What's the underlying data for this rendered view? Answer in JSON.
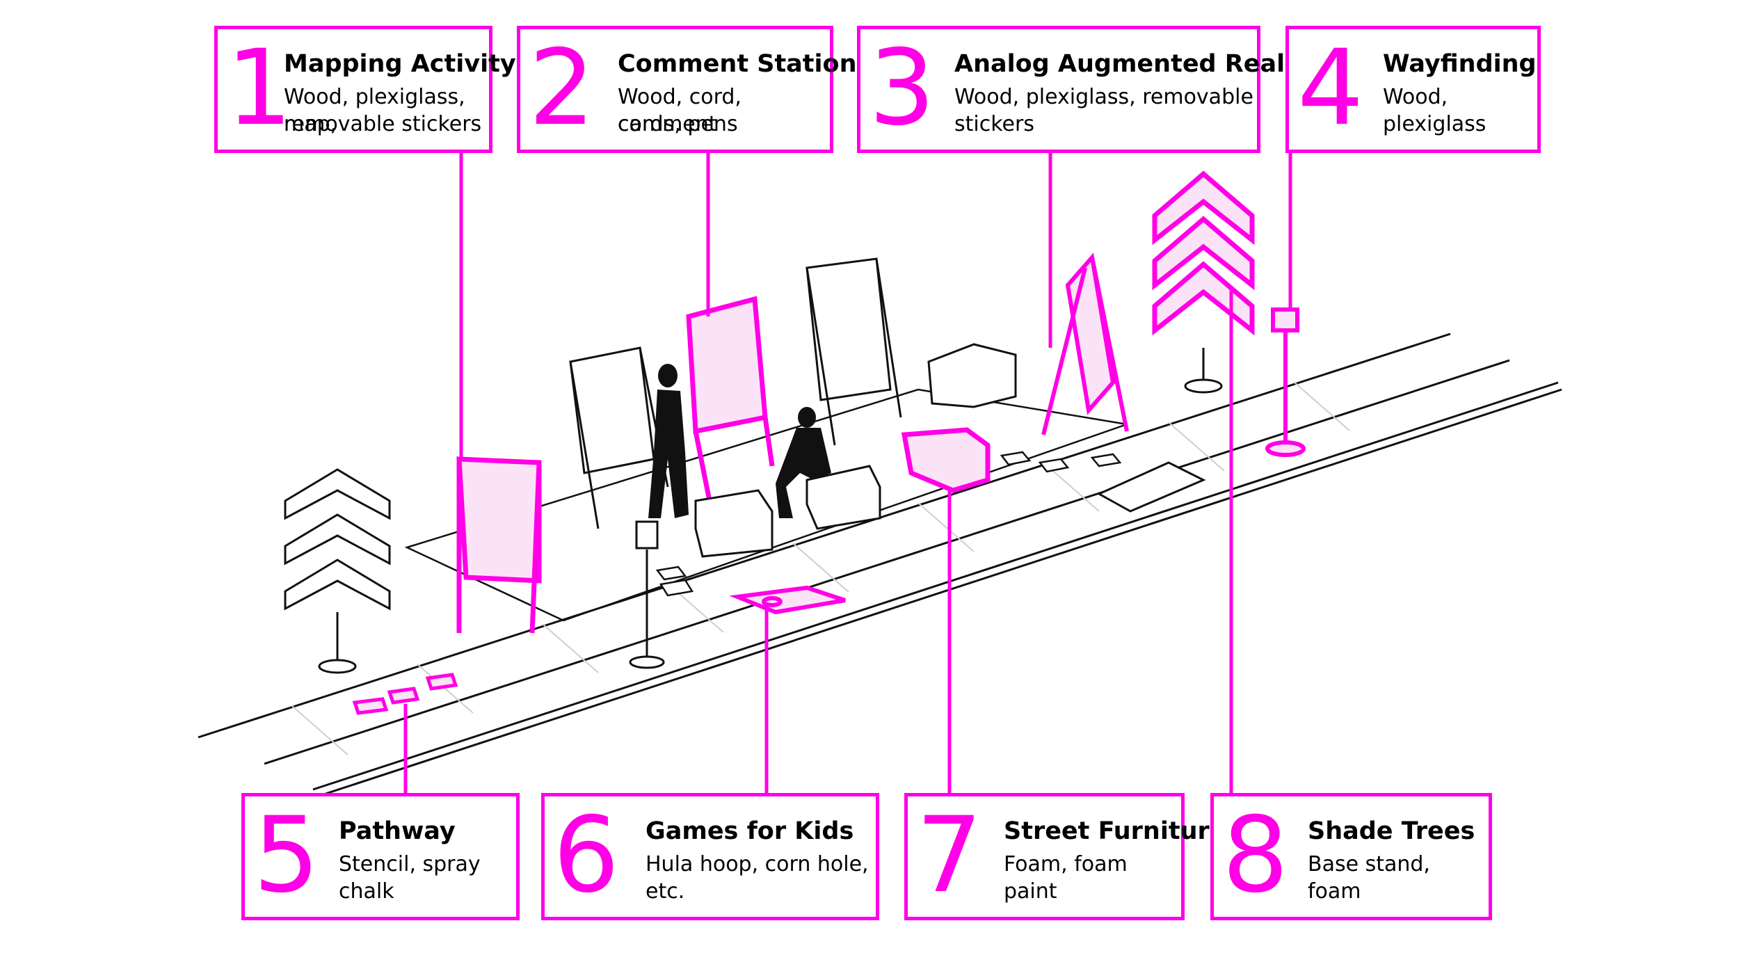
{
  "accent_color": "#ff00e6",
  "line_color": "#111111",
  "labels": [
    {
      "number": "1",
      "title": "Mapping Activity",
      "line1": "Wood, plexiglass, map,",
      "line2": "removable stickers"
    },
    {
      "number": "2",
      "title": "Comment Stations",
      "line1": "Wood, cord, comment",
      "line2": "cards, pens"
    },
    {
      "number": "3",
      "title": "Analog Augmented Reality",
      "line1": "Wood, plexiglass, removable",
      "line2": "stickers"
    },
    {
      "number": "4",
      "title": "Wayfinding",
      "line1": "Wood, plexiglass",
      "line2": ""
    },
    {
      "number": "5",
      "title": "Pathway",
      "line1": "Stencil, spray",
      "line2": "chalk"
    },
    {
      "number": "6",
      "title": "Games for Kids",
      "line1": "Hula hoop, corn hole,",
      "line2": "etc."
    },
    {
      "number": "7",
      "title": "Street Furniture",
      "line1": "Foam, foam paint",
      "line2": ""
    },
    {
      "number": "8",
      "title": "Shade Trees",
      "line1": "Base stand, foam",
      "line2": ""
    }
  ]
}
